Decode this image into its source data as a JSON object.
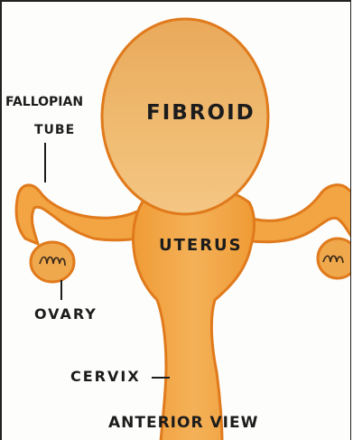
{
  "labels": {
    "fibroid": "FIBROID",
    "fallopian": "FALLOPIAN",
    "tube": "TUBE",
    "uterus": "UTERUS",
    "ovary": "OVARY",
    "cervix": "CERVIX",
    "view": "ANTERIOR VIEW"
  },
  "colors": {
    "fibroid_fill": "#edb465",
    "organ_fill": "#f2a542",
    "outline": "#e07a1c",
    "ovary_fill": "#f0a84c",
    "ink": "#1c1c1c"
  }
}
